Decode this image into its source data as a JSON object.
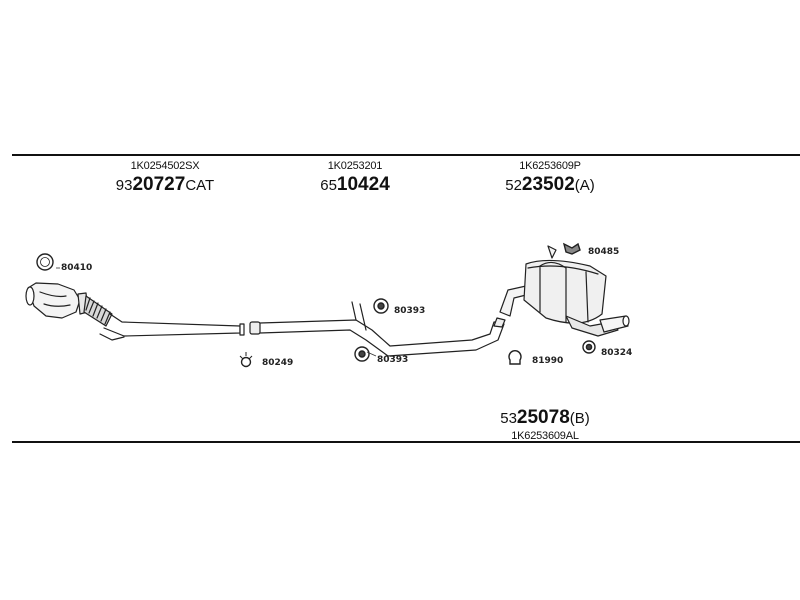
{
  "parts": {
    "front": {
      "oe": "1K0254502SX",
      "prefix": "93",
      "main": "20727",
      "suffix": "CAT"
    },
    "middle": {
      "oe": "1K0253201",
      "prefix": "65",
      "main": "10424",
      "suffix": ""
    },
    "rear_a": {
      "oe": "1K6253609P",
      "prefix": "52",
      "main": "23502",
      "suffix": "(A)"
    },
    "rear_b": {
      "oe": "1K6253609AL",
      "prefix": "53",
      "main": "25078",
      "suffix": "(B)"
    }
  },
  "fittings": {
    "f80410": "80410",
    "f80249": "80249",
    "f80393_top": "80393",
    "f80393_bottom": "80393",
    "f81990": "81990",
    "f80485": "80485",
    "f80324": "80324"
  }
}
